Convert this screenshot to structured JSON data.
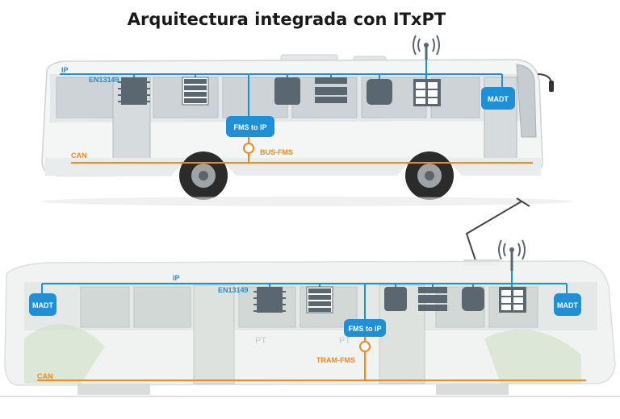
{
  "title": "Arquitectura integrada con ITxPT",
  "bus": {
    "ip_label": "IP",
    "en_label": "EN13149",
    "fms_label": "FMS to IP",
    "busfms_label": "BUS-FMS",
    "can_label": "CAN",
    "madt_label": "MADT"
  },
  "tram": {
    "ip_label": "IP",
    "en_label": "EN13149",
    "fms_label": "FMS to IP",
    "tramfms_label": "TRAM-FMS",
    "can_label": "CAN",
    "madt_left_label": "MADT",
    "madt_right_label": "MADT"
  },
  "colors": {
    "ip_line": "#1f8fd6",
    "can_line": "#f08a1c",
    "device": "#5b6770",
    "vehicle_body": "#f2f3f3"
  }
}
